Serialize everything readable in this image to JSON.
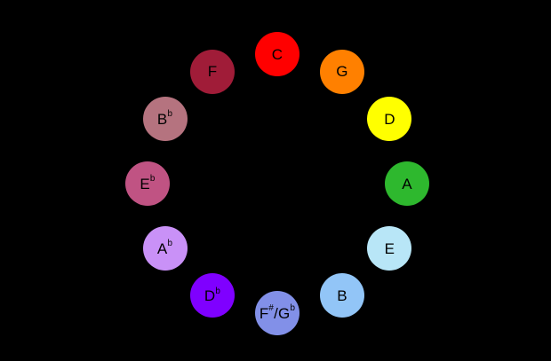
{
  "diagram": {
    "background_color": "#000000",
    "label_color": "#000000",
    "nodes": [
      {
        "id": "c",
        "label": "C",
        "clock_index": 0,
        "color": "#ff0000",
        "parts": [
          {
            "text": "C"
          }
        ]
      },
      {
        "id": "g",
        "label": "G",
        "clock_index": 1,
        "color": "#ff8000",
        "parts": [
          {
            "text": "G"
          }
        ]
      },
      {
        "id": "d",
        "label": "D",
        "clock_index": 2,
        "color": "#ffff00",
        "parts": [
          {
            "text": "D"
          }
        ]
      },
      {
        "id": "a",
        "label": "A",
        "clock_index": 3,
        "color": "#2eb82e",
        "parts": [
          {
            "text": "A"
          }
        ]
      },
      {
        "id": "e",
        "label": "E",
        "clock_index": 4,
        "color": "#b8e6f7",
        "parts": [
          {
            "text": "E"
          }
        ]
      },
      {
        "id": "b",
        "label": "B",
        "clock_index": 5,
        "color": "#92c5f7",
        "parts": [
          {
            "text": "B"
          }
        ]
      },
      {
        "id": "f-sharp-g-flat",
        "label": "F#/Gb",
        "clock_index": 6,
        "color": "#8290e8",
        "parts": [
          {
            "text": "F"
          },
          {
            "text": "#",
            "sup": true
          },
          {
            "text": "/G"
          },
          {
            "text": "b",
            "sup": true
          }
        ]
      },
      {
        "id": "d-flat",
        "label": "Db",
        "clock_index": 7,
        "color": "#7f00ff",
        "parts": [
          {
            "text": "D"
          },
          {
            "text": "b",
            "sup": true
          }
        ]
      },
      {
        "id": "a-flat",
        "label": "Ab",
        "clock_index": 8,
        "color": "#c991f7",
        "parts": [
          {
            "text": "A"
          },
          {
            "text": "b",
            "sup": true
          }
        ]
      },
      {
        "id": "e-flat",
        "label": "Eb",
        "clock_index": 9,
        "color": "#c05383",
        "parts": [
          {
            "text": "E"
          },
          {
            "text": "b",
            "sup": true
          }
        ]
      },
      {
        "id": "b-flat",
        "label": "Bb",
        "clock_index": 10,
        "color": "#b5737f",
        "parts": [
          {
            "text": "B"
          },
          {
            "text": "b",
            "sup": true
          }
        ]
      },
      {
        "id": "f",
        "label": "F",
        "clock_index": 11,
        "color": "#a01c38",
        "parts": [
          {
            "text": "F"
          }
        ]
      }
    ]
  }
}
